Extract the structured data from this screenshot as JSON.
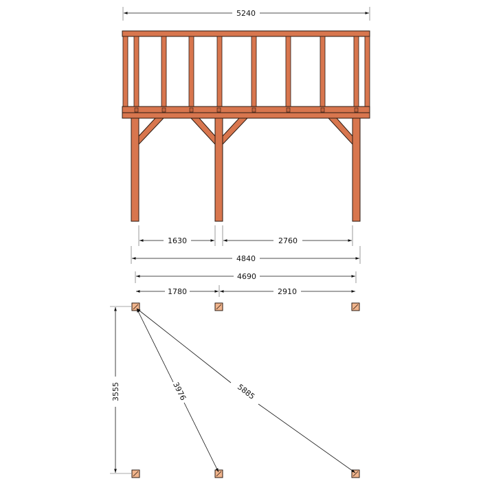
{
  "colors": {
    "wood": "#d8764e",
    "wood_outline": "#2a1a12",
    "line": "#111111",
    "footing": "#f0b48c"
  },
  "elevation": {
    "dim_top": "5240",
    "dim_span_left": "1630",
    "dim_span_right": "2760",
    "dim_overall": "4840"
  },
  "plan": {
    "dim_overall": "4690",
    "dim_span_left": "1780",
    "dim_span_right": "2910",
    "dim_depth": "3555",
    "dim_diagonal_short": "3976",
    "dim_diagonal_long": "5885"
  }
}
